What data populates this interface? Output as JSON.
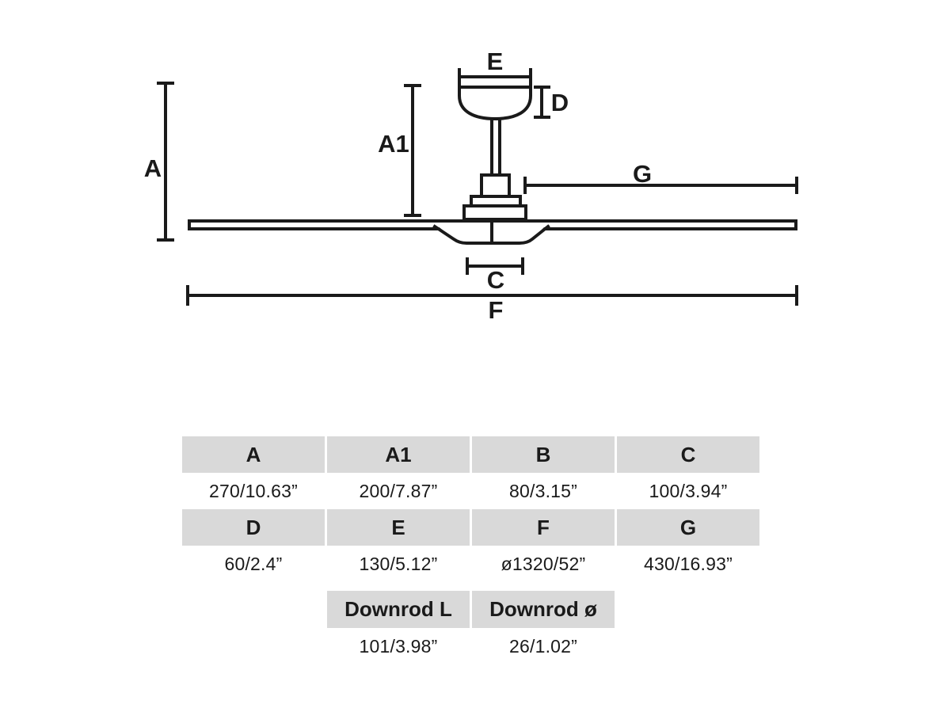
{
  "diagram": {
    "labels": {
      "a": "A",
      "a1": "A1",
      "c": "C",
      "d": "D",
      "e": "E",
      "f": "F",
      "g": "G"
    }
  },
  "table": {
    "rows": [
      {
        "type": "header",
        "cells": [
          "A",
          "A1",
          "B",
          "C"
        ]
      },
      {
        "type": "values",
        "cells": [
          "270/10.63”",
          "200/7.87”",
          "80/3.15”",
          "100/3.94”"
        ]
      },
      {
        "type": "header",
        "cells": [
          "D",
          "E",
          "F",
          "G"
        ]
      },
      {
        "type": "values",
        "cells": [
          "60/2.4”",
          "130/5.12”",
          "ø1320/52”",
          "430/16.93”"
        ]
      },
      {
        "type": "header",
        "cells": [
          "",
          "Downrod L",
          "Downrod ø",
          ""
        ]
      },
      {
        "type": "values",
        "cells": [
          "",
          "101/3.98”",
          "26/1.02”",
          ""
        ]
      }
    ]
  },
  "colors": {
    "line": "#1a1a1a",
    "header_bg": "#d9d9d9"
  }
}
